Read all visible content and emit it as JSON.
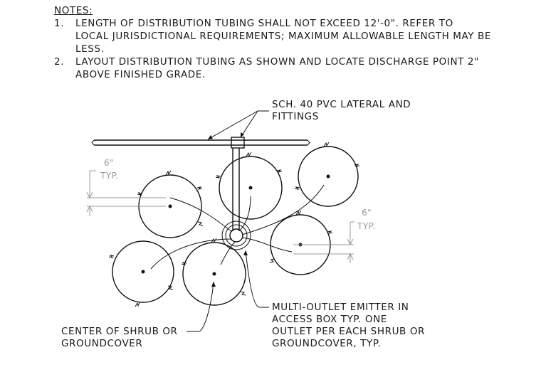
{
  "notes": {
    "title": "NOTES:",
    "items": [
      {
        "num": "1.",
        "lines": [
          "LENGTH OF DISTRIBUTION TUBING SHALL NOT EXCEED 12'-0\". REFER TO",
          "LOCAL JURISDICTIONAL REQUIREMENTS; MAXIMUM ALLOWABLE LENGTH MAY BE",
          "LESS."
        ]
      },
      {
        "num": "2.",
        "lines": [
          "LAYOUT DISTRIBUTION TUBING AS SHOWN AND LOCATE DISCHARGE POINT 2\"",
          "ABOVE FINISHED GRADE."
        ]
      }
    ]
  },
  "callouts": {
    "pvc": [
      "SCH. 40 PVC LATERAL AND",
      "FITTINGS"
    ],
    "emitter": [
      "MULTI-OUTLET EMITTER IN",
      "ACCESS BOX TYP. ONE",
      "OUTLET PER EACH SHRUB OR",
      "GROUNDCOVER, TYP."
    ],
    "shrub": [
      "CENTER OF SHRUB OR",
      "GROUNDCOVER"
    ]
  },
  "dimensions": {
    "left": [
      "6\"",
      "TYP."
    ],
    "right": [
      "6\"",
      "TYP."
    ]
  }
}
